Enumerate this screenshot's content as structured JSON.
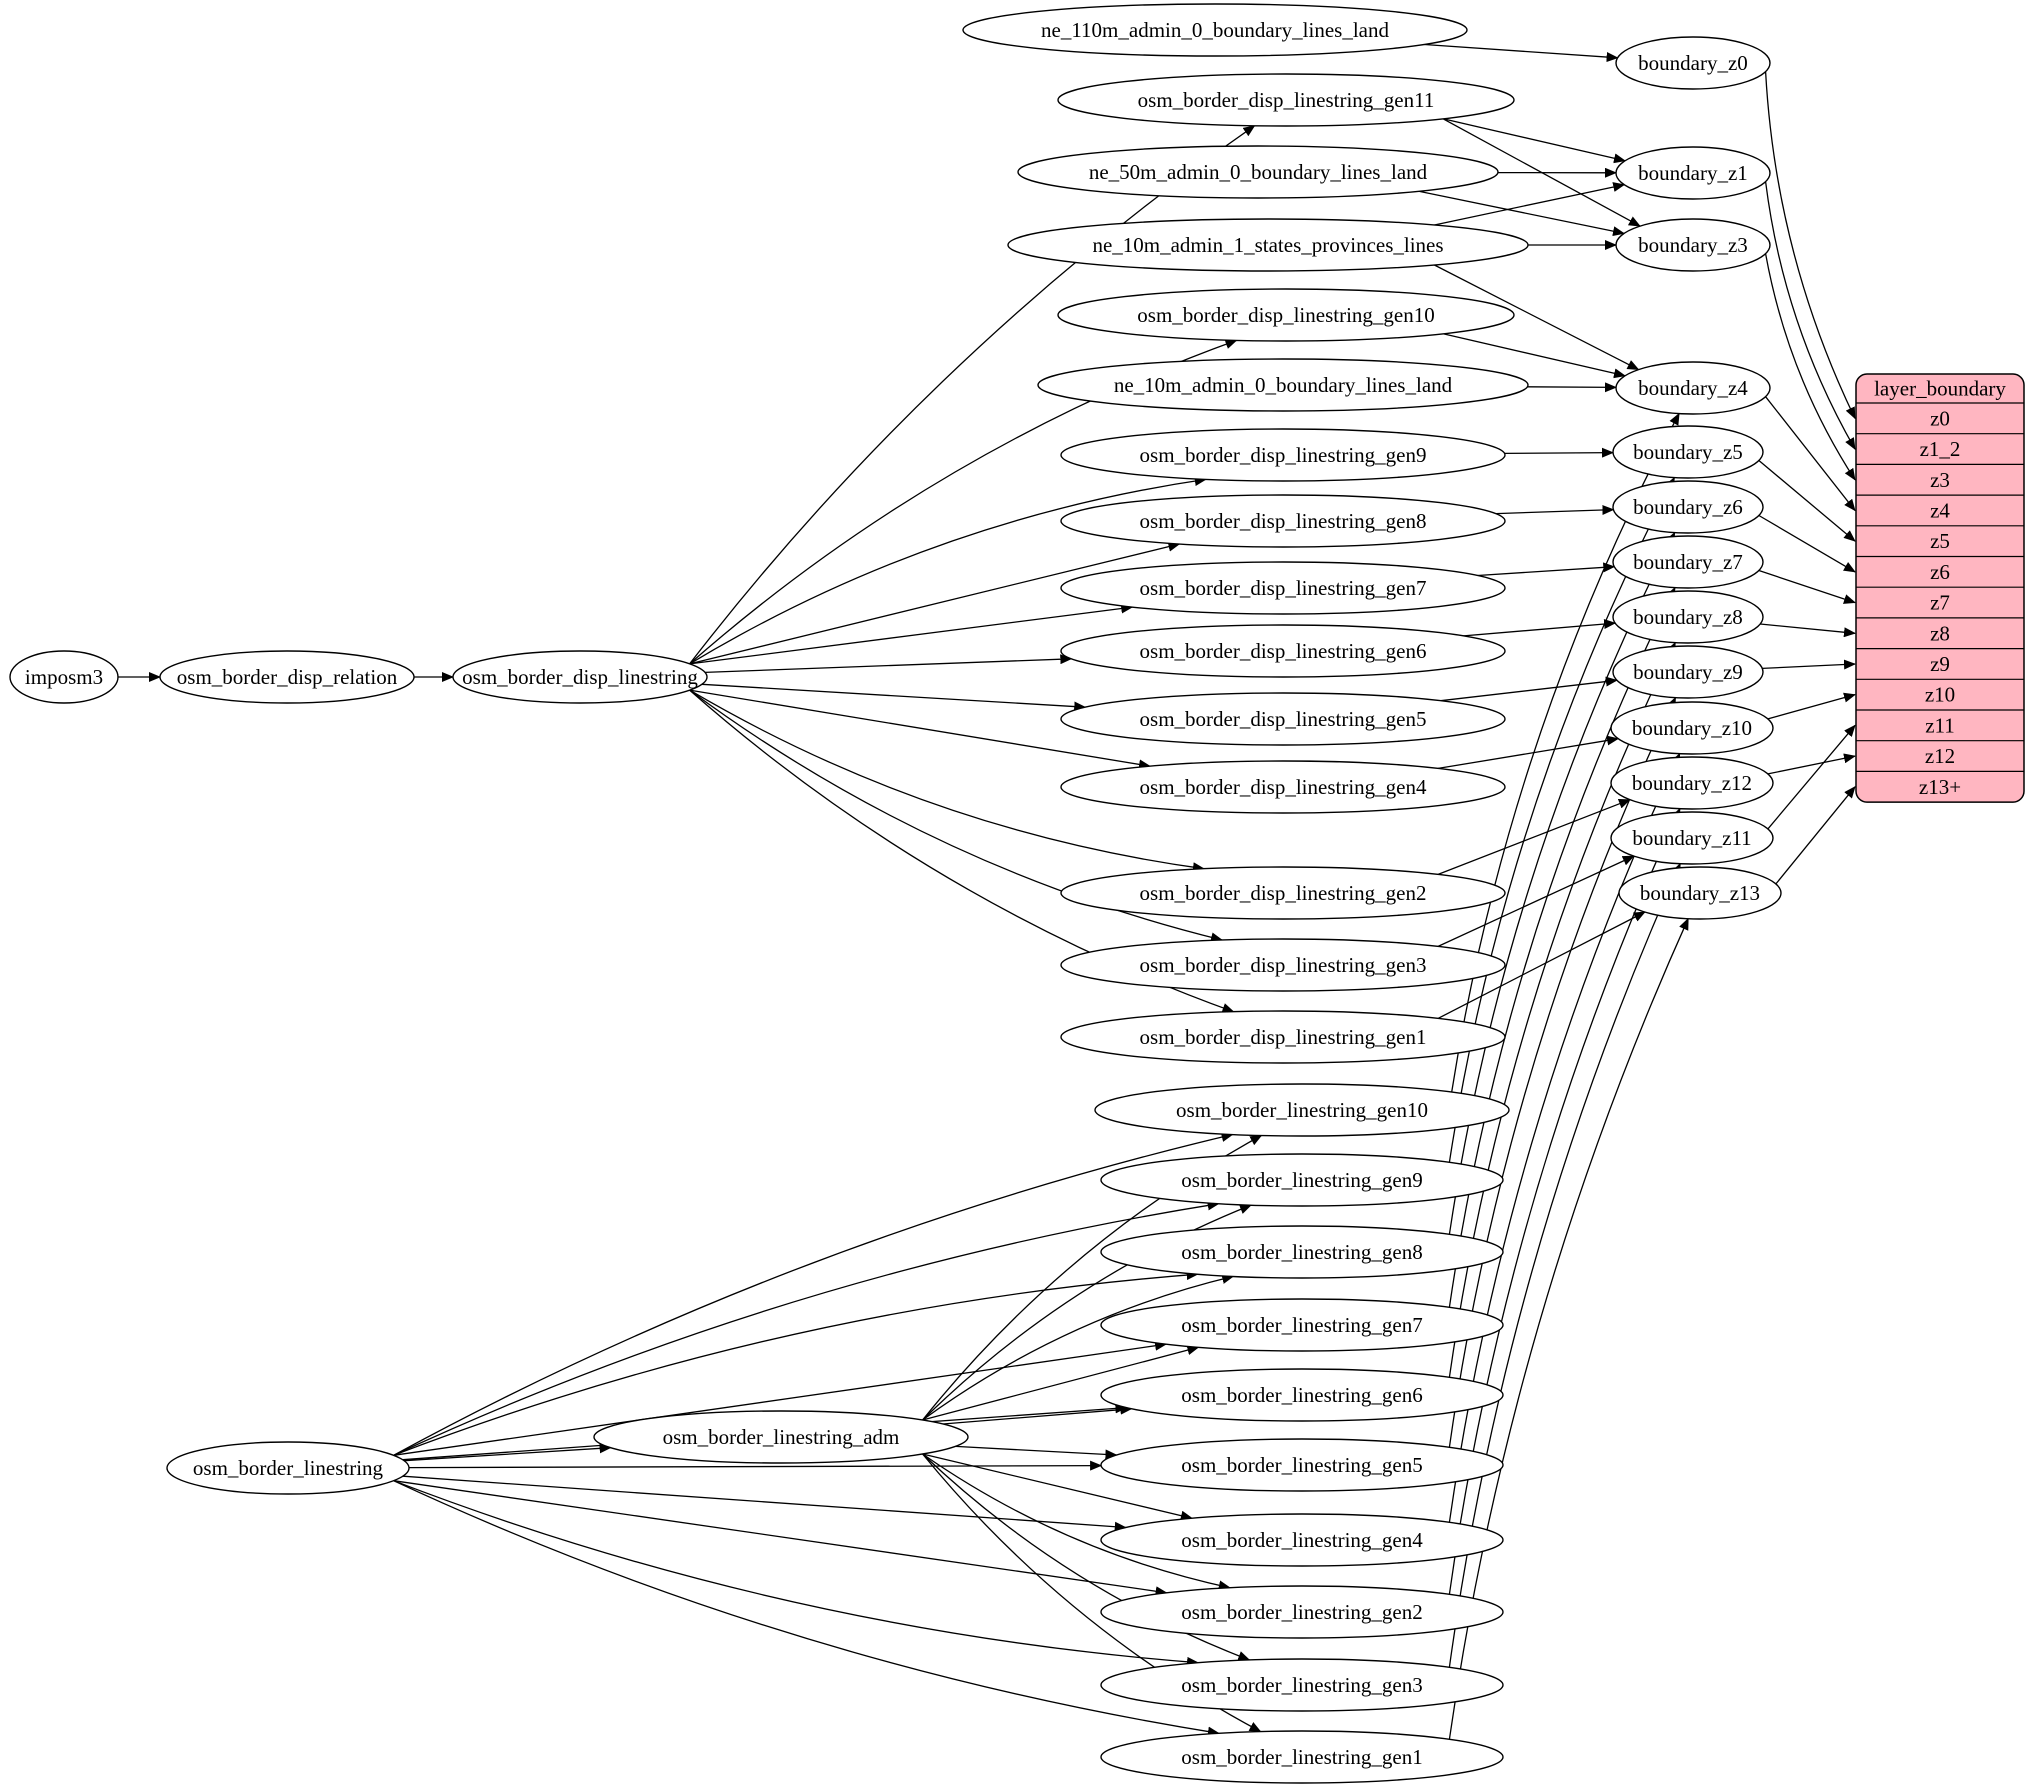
{
  "diagram": {
    "kind": "etl-graph",
    "colors": {
      "background": "#ffffff",
      "node_fill": "#ffffff",
      "node_stroke": "#000000",
      "edge": "#000000",
      "record_fill": "#ffb6c1"
    },
    "nodes": [
      {
        "id": "imposm3",
        "label": "imposm3"
      },
      {
        "id": "osm_border_disp_relation",
        "label": "osm_border_disp_relation"
      },
      {
        "id": "osm_border_disp_linestring",
        "label": "osm_border_disp_linestring"
      },
      {
        "id": "ne_110m_admin_0_boundary_lines_land",
        "label": "ne_110m_admin_0_boundary_lines_land"
      },
      {
        "id": "osm_border_disp_linestring_gen11",
        "label": "osm_border_disp_linestring_gen11"
      },
      {
        "id": "ne_50m_admin_0_boundary_lines_land",
        "label": "ne_50m_admin_0_boundary_lines_land"
      },
      {
        "id": "ne_10m_admin_1_states_provinces_lines",
        "label": "ne_10m_admin_1_states_provinces_lines"
      },
      {
        "id": "osm_border_disp_linestring_gen10",
        "label": "osm_border_disp_linestring_gen10"
      },
      {
        "id": "ne_10m_admin_0_boundary_lines_land",
        "label": "ne_10m_admin_0_boundary_lines_land"
      },
      {
        "id": "osm_border_disp_linestring_gen9",
        "label": "osm_border_disp_linestring_gen9"
      },
      {
        "id": "osm_border_disp_linestring_gen8",
        "label": "osm_border_disp_linestring_gen8"
      },
      {
        "id": "osm_border_disp_linestring_gen7",
        "label": "osm_border_disp_linestring_gen7"
      },
      {
        "id": "osm_border_disp_linestring_gen6",
        "label": "osm_border_disp_linestring_gen6"
      },
      {
        "id": "osm_border_disp_linestring_gen5",
        "label": "osm_border_disp_linestring_gen5"
      },
      {
        "id": "osm_border_disp_linestring_gen4",
        "label": "osm_border_disp_linestring_gen4"
      },
      {
        "id": "osm_border_disp_linestring_gen2",
        "label": "osm_border_disp_linestring_gen2"
      },
      {
        "id": "osm_border_disp_linestring_gen3",
        "label": "osm_border_disp_linestring_gen3"
      },
      {
        "id": "osm_border_disp_linestring_gen1",
        "label": "osm_border_disp_linestring_gen1"
      },
      {
        "id": "boundary_z0",
        "label": "boundary_z0"
      },
      {
        "id": "boundary_z1",
        "label": "boundary_z1"
      },
      {
        "id": "boundary_z3",
        "label": "boundary_z3"
      },
      {
        "id": "boundary_z4",
        "label": "boundary_z4"
      },
      {
        "id": "boundary_z5",
        "label": "boundary_z5"
      },
      {
        "id": "boundary_z6",
        "label": "boundary_z6"
      },
      {
        "id": "boundary_z7",
        "label": "boundary_z7"
      },
      {
        "id": "boundary_z8",
        "label": "boundary_z8"
      },
      {
        "id": "boundary_z9",
        "label": "boundary_z9"
      },
      {
        "id": "boundary_z10",
        "label": "boundary_z10"
      },
      {
        "id": "boundary_z12",
        "label": "boundary_z12"
      },
      {
        "id": "boundary_z11",
        "label": "boundary_z11"
      },
      {
        "id": "boundary_z13",
        "label": "boundary_z13"
      },
      {
        "id": "osm_border_linestring",
        "label": "osm_border_linestring"
      },
      {
        "id": "osm_border_linestring_adm",
        "label": "osm_border_linestring_adm"
      },
      {
        "id": "osm_border_linestring_gen10",
        "label": "osm_border_linestring_gen10"
      },
      {
        "id": "osm_border_linestring_gen9",
        "label": "osm_border_linestring_gen9"
      },
      {
        "id": "osm_border_linestring_gen8",
        "label": "osm_border_linestring_gen8"
      },
      {
        "id": "osm_border_linestring_gen7",
        "label": "osm_border_linestring_gen7"
      },
      {
        "id": "osm_border_linestring_gen6",
        "label": "osm_border_linestring_gen6"
      },
      {
        "id": "osm_border_linestring_gen5",
        "label": "osm_border_linestring_gen5"
      },
      {
        "id": "osm_border_linestring_gen4",
        "label": "osm_border_linestring_gen4"
      },
      {
        "id": "osm_border_linestring_gen2",
        "label": "osm_border_linestring_gen2"
      },
      {
        "id": "osm_border_linestring_gen3",
        "label": "osm_border_linestring_gen3"
      },
      {
        "id": "osm_border_linestring_gen1",
        "label": "osm_border_linestring_gen1"
      }
    ],
    "record": {
      "id": "layer_boundary",
      "title": "layer_boundary",
      "rows": [
        "z0",
        "z1_2",
        "z3",
        "z4",
        "z5",
        "z6",
        "z7",
        "z8",
        "z9",
        "z10",
        "z11",
        "z12",
        "z13+"
      ]
    },
    "edges": [
      {
        "from": "imposm3",
        "to": "osm_border_disp_relation"
      },
      {
        "from": "osm_border_disp_relation",
        "to": "osm_border_disp_linestring"
      },
      {
        "from": "osm_border_disp_linestring",
        "to": "osm_border_disp_linestring_gen11"
      },
      {
        "from": "osm_border_disp_linestring",
        "to": "osm_border_disp_linestring_gen10"
      },
      {
        "from": "osm_border_disp_linestring",
        "to": "osm_border_disp_linestring_gen9"
      },
      {
        "from": "osm_border_disp_linestring",
        "to": "osm_border_disp_linestring_gen8"
      },
      {
        "from": "osm_border_disp_linestring",
        "to": "osm_border_disp_linestring_gen7"
      },
      {
        "from": "osm_border_disp_linestring",
        "to": "osm_border_disp_linestring_gen6"
      },
      {
        "from": "osm_border_disp_linestring",
        "to": "osm_border_disp_linestring_gen5"
      },
      {
        "from": "osm_border_disp_linestring",
        "to": "osm_border_disp_linestring_gen4"
      },
      {
        "from": "osm_border_disp_linestring",
        "to": "osm_border_disp_linestring_gen2"
      },
      {
        "from": "osm_border_disp_linestring",
        "to": "osm_border_disp_linestring_gen3"
      },
      {
        "from": "osm_border_disp_linestring",
        "to": "osm_border_disp_linestring_gen1"
      },
      {
        "from": "ne_110m_admin_0_boundary_lines_land",
        "to": "boundary_z0"
      },
      {
        "from": "osm_border_disp_linestring_gen11",
        "to": "boundary_z1"
      },
      {
        "from": "osm_border_disp_linestring_gen11",
        "to": "boundary_z3"
      },
      {
        "from": "ne_50m_admin_0_boundary_lines_land",
        "to": "boundary_z1"
      },
      {
        "from": "ne_50m_admin_0_boundary_lines_land",
        "to": "boundary_z3"
      },
      {
        "from": "ne_10m_admin_1_states_provinces_lines",
        "to": "boundary_z1"
      },
      {
        "from": "ne_10m_admin_1_states_provinces_lines",
        "to": "boundary_z3"
      },
      {
        "from": "ne_10m_admin_1_states_provinces_lines",
        "to": "boundary_z4"
      },
      {
        "from": "osm_border_disp_linestring_gen10",
        "to": "boundary_z4"
      },
      {
        "from": "ne_10m_admin_0_boundary_lines_land",
        "to": "boundary_z4"
      },
      {
        "from": "osm_border_disp_linestring_gen9",
        "to": "boundary_z5"
      },
      {
        "from": "osm_border_disp_linestring_gen8",
        "to": "boundary_z6"
      },
      {
        "from": "osm_border_disp_linestring_gen7",
        "to": "boundary_z7"
      },
      {
        "from": "osm_border_disp_linestring_gen6",
        "to": "boundary_z8"
      },
      {
        "from": "osm_border_disp_linestring_gen5",
        "to": "boundary_z9"
      },
      {
        "from": "osm_border_disp_linestring_gen4",
        "to": "boundary_z10"
      },
      {
        "from": "osm_border_disp_linestring_gen2",
        "to": "boundary_z12"
      },
      {
        "from": "osm_border_disp_linestring_gen3",
        "to": "boundary_z11"
      },
      {
        "from": "osm_border_disp_linestring_gen1",
        "to": "boundary_z13"
      },
      {
        "from": "osm_border_linestring",
        "to": "osm_border_linestring_adm"
      },
      {
        "from": "osm_border_linestring",
        "to": "osm_border_linestring_gen10"
      },
      {
        "from": "osm_border_linestring",
        "to": "osm_border_linestring_gen9"
      },
      {
        "from": "osm_border_linestring",
        "to": "osm_border_linestring_gen8"
      },
      {
        "from": "osm_border_linestring",
        "to": "osm_border_linestring_gen7"
      },
      {
        "from": "osm_border_linestring",
        "to": "osm_border_linestring_gen6"
      },
      {
        "from": "osm_border_linestring",
        "to": "osm_border_linestring_gen5"
      },
      {
        "from": "osm_border_linestring",
        "to": "osm_border_linestring_gen4"
      },
      {
        "from": "osm_border_linestring",
        "to": "osm_border_linestring_gen2"
      },
      {
        "from": "osm_border_linestring",
        "to": "osm_border_linestring_gen3"
      },
      {
        "from": "osm_border_linestring",
        "to": "osm_border_linestring_gen1"
      },
      {
        "from": "osm_border_linestring_adm",
        "to": "osm_border_linestring_gen10"
      },
      {
        "from": "osm_border_linestring_adm",
        "to": "osm_border_linestring_gen9"
      },
      {
        "from": "osm_border_linestring_adm",
        "to": "osm_border_linestring_gen8"
      },
      {
        "from": "osm_border_linestring_adm",
        "to": "osm_border_linestring_gen7"
      },
      {
        "from": "osm_border_linestring_adm",
        "to": "osm_border_linestring_gen6"
      },
      {
        "from": "osm_border_linestring_adm",
        "to": "osm_border_linestring_gen5"
      },
      {
        "from": "osm_border_linestring_adm",
        "to": "osm_border_linestring_gen4"
      },
      {
        "from": "osm_border_linestring_adm",
        "to": "osm_border_linestring_gen2"
      },
      {
        "from": "osm_border_linestring_adm",
        "to": "osm_border_linestring_gen3"
      },
      {
        "from": "osm_border_linestring_adm",
        "to": "osm_border_linestring_gen1"
      },
      {
        "from": "osm_border_linestring_gen10",
        "to": "boundary_z4"
      },
      {
        "from": "osm_border_linestring_gen9",
        "to": "boundary_z5"
      },
      {
        "from": "osm_border_linestring_gen8",
        "to": "boundary_z6"
      },
      {
        "from": "osm_border_linestring_gen7",
        "to": "boundary_z7"
      },
      {
        "from": "osm_border_linestring_gen6",
        "to": "boundary_z8"
      },
      {
        "from": "osm_border_linestring_gen5",
        "to": "boundary_z9"
      },
      {
        "from": "osm_border_linestring_gen4",
        "to": "boundary_z10"
      },
      {
        "from": "osm_border_linestring_gen2",
        "to": "boundary_z12"
      },
      {
        "from": "osm_border_linestring_gen3",
        "to": "boundary_z11"
      },
      {
        "from": "osm_border_linestring_gen1",
        "to": "boundary_z13"
      },
      {
        "from": "boundary_z0",
        "to": "layer_boundary.z0"
      },
      {
        "from": "boundary_z1",
        "to": "layer_boundary.z1_2"
      },
      {
        "from": "boundary_z3",
        "to": "layer_boundary.z3"
      },
      {
        "from": "boundary_z4",
        "to": "layer_boundary.z4"
      },
      {
        "from": "boundary_z5",
        "to": "layer_boundary.z5"
      },
      {
        "from": "boundary_z6",
        "to": "layer_boundary.z6"
      },
      {
        "from": "boundary_z7",
        "to": "layer_boundary.z7"
      },
      {
        "from": "boundary_z8",
        "to": "layer_boundary.z8"
      },
      {
        "from": "boundary_z9",
        "to": "layer_boundary.z9"
      },
      {
        "from": "boundary_z10",
        "to": "layer_boundary.z10"
      },
      {
        "from": "boundary_z11",
        "to": "layer_boundary.z11"
      },
      {
        "from": "boundary_z12",
        "to": "layer_boundary.z12"
      },
      {
        "from": "boundary_z13",
        "to": "layer_boundary.z13+"
      }
    ]
  }
}
